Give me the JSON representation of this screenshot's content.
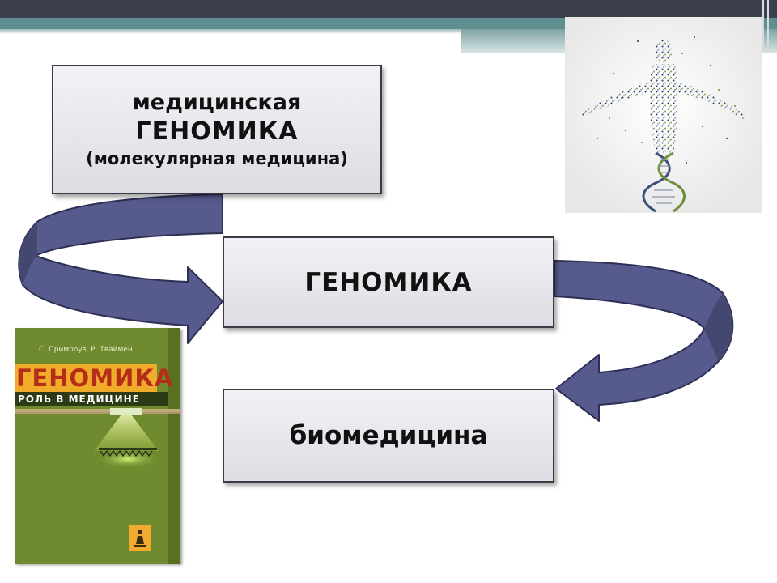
{
  "slide": {
    "boxes": {
      "medical_genomics": {
        "line1": "медицинская",
        "line2": "ГЕНОМИКА",
        "line3": "(молекулярная медицина)"
      },
      "genomics": {
        "label": "ГЕНОМИКА"
      },
      "biomedicine": {
        "label": "биомедицина"
      }
    },
    "book": {
      "authors": "С. Примроуз, Р. Тваймен",
      "title": "ГЕНОМИКА",
      "subtitle": "РОЛЬ В МЕДИЦИНЕ"
    },
    "colors": {
      "arrow_fill": "#575a8d",
      "arrow_outline": "#2d2f55",
      "box_border": "#3c3c46",
      "top_bar": "#3c3f4c",
      "teal_band": "#5f8e90"
    },
    "icons": [
      "dna-human-figure-image",
      "book-cover-image"
    ]
  }
}
